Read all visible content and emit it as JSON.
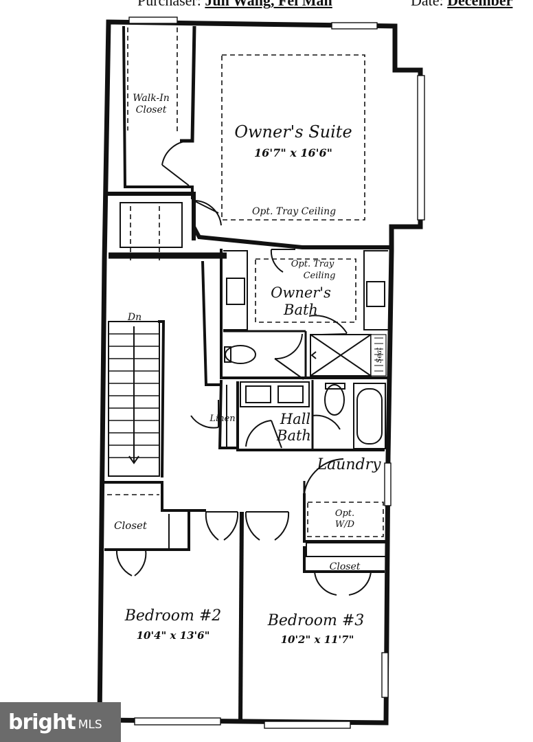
{
  "header": {
    "purchaser_label": "Purchaser:",
    "purchaser_value": "Jun Wang, Fei Man",
    "date_label": "Date:",
    "date_value": "December"
  },
  "rooms": {
    "walk_in_closet": "Walk-In Closet",
    "owners_suite": "Owner's Suite",
    "owners_suite_dims": "16'7\" x 16'6\"",
    "suite_tray": "Opt. Tray Ceiling",
    "bath_tray": "Opt. Tray Ceiling",
    "owners_bath": "Owner's Bath",
    "seat": "Seat",
    "dn": "Dn",
    "linen": "Linen",
    "hall_bath": "Hall Bath",
    "laundry": "Laundry",
    "opt_wd": "Opt. W/D",
    "closet_bed2": "Closet",
    "closet_bed3": "Closet",
    "bedroom2": "Bedroom #2",
    "bedroom2_dims": "10'4\" x 13'6\"",
    "bedroom3": "Bedroom #3",
    "bedroom3_dims": "10'2\" x 11'7\""
  },
  "watermark": {
    "brand": "bright",
    "suffix": "MLS"
  }
}
